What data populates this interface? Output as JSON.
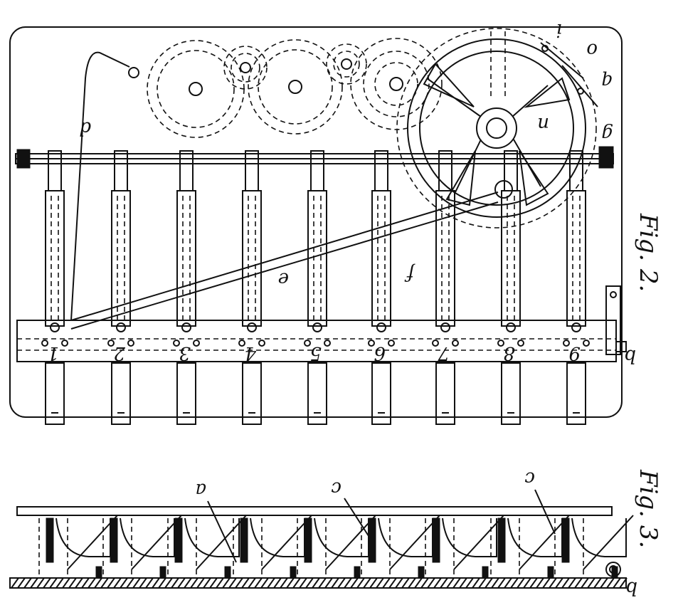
{
  "figures": {
    "fig2": {
      "caption": "Fig. 2."
    },
    "fig3": {
      "caption": "Fig. 3."
    }
  },
  "labels": {
    "d": "d",
    "e": "e",
    "f": "f",
    "n": "n",
    "o": "o",
    "q": "q",
    "g": "g",
    "i": "i",
    "b_top": "b",
    "b_bottom": "b",
    "fig3_a": "a",
    "fig3_c1": "c",
    "fig3_c2": "c"
  },
  "digits": [
    "1",
    "2",
    "3",
    "4",
    "5",
    "6",
    "7",
    "8",
    "9"
  ]
}
